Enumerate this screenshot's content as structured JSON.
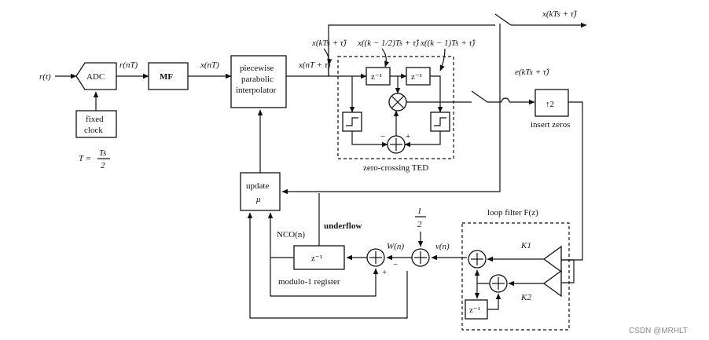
{
  "signals": {
    "r_t": "r(t)",
    "r_nT": "r(nT)",
    "x_nT": "x(nT)",
    "x_nT_tau": "x(nT + τ̂)",
    "x_kTs": "x(kTs + τ̂)",
    "x_half": "x((k − 1/2)Ts + τ̂)",
    "x_prev": "x((k − 1)Ts + τ̂)",
    "x_out": "x(kTs + τ̂)",
    "e_k": "e(kTs + τ̂)",
    "W_n": "W(n)",
    "v_n": "v(n)",
    "half": "1",
    "half_den": "2",
    "nco": "NCO(n)",
    "underflow": "underflow"
  },
  "blocks": {
    "adc": "ADC",
    "fixed_clock_1": "fixed",
    "fixed_clock_2": "clock",
    "period_T": "T =",
    "period_num": "Ts",
    "period_den": "2",
    "mf": "MF",
    "interp_1": "piecewise",
    "interp_2": "parabolic",
    "interp_3": "interpolator",
    "z_inv": "z⁻¹",
    "ted_label": "zero-crossing TED",
    "upsample": "↑2",
    "insert_zeros": "insert zeros",
    "update_1": "update",
    "update_2": "μ",
    "mod1_label": "modulo-1 register",
    "loop_filter": "loop filter F(z)",
    "k1": "K1",
    "k2": "K2",
    "minus": "−",
    "plus": "+"
  },
  "watermark": "CSDN @MRHLT"
}
